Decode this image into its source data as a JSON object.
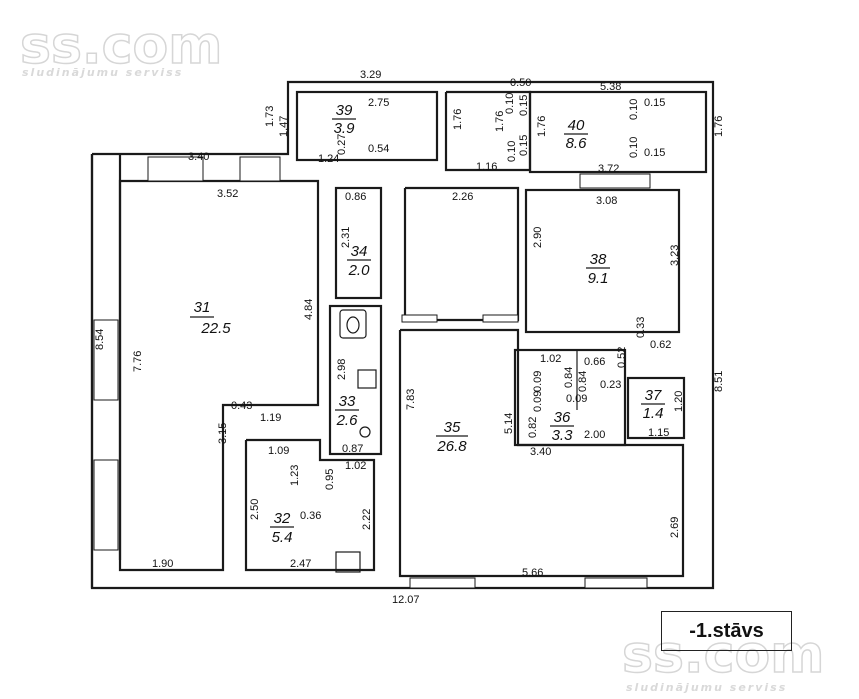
{
  "watermark": {
    "brand": "ss.com",
    "tagline": "sludinājumu serviss"
  },
  "floor_label": "-1.stāvs",
  "rooms": [
    {
      "id": "31",
      "number": "31",
      "area": "22.5"
    },
    {
      "id": "32",
      "number": "32",
      "area": "5.4"
    },
    {
      "id": "33",
      "number": "33",
      "area": "2.6"
    },
    {
      "id": "34",
      "number": "34",
      "area": "2.0"
    },
    {
      "id": "35",
      "number": "35",
      "area": "26.8"
    },
    {
      "id": "36",
      "number": "36",
      "area": "3.3"
    },
    {
      "id": "37",
      "number": "37",
      "area": "1.4"
    },
    {
      "id": "38",
      "number": "38",
      "area": "9.1"
    },
    {
      "id": "39",
      "number": "39",
      "area": "3.9"
    },
    {
      "id": "40",
      "number": "40",
      "area": "8.6"
    }
  ],
  "dimensions": {
    "top_329": "3.29",
    "top_050": "0.50",
    "top_538": "5.38",
    "d173": "1.73",
    "d147": "1.47",
    "d275": "2.75",
    "d124": "1.24",
    "d054": "0.54",
    "d027": "0.27",
    "d176a": "1.76",
    "d176b": "1.76",
    "d176c": "1.76",
    "d176d": "1.76",
    "d010a": "0.10",
    "d015a": "0.15",
    "d010b": "0.10",
    "d015b": "0.15",
    "d010c": "0.10",
    "d015c": "0.15",
    "d010d": "0.10",
    "d015d": "0.15",
    "d116": "1.16",
    "d372": "3.72",
    "d340": "3.40",
    "d352": "3.52",
    "d086": "0.86",
    "d226": "2.26",
    "d308": "3.08",
    "d231": "2.31",
    "d290": "2.90",
    "d323": "3.23",
    "d484": "4.84",
    "d854": "8.54",
    "d776": "7.76",
    "d851": "8.51",
    "d033": "0.33",
    "d062": "0.62",
    "d298": "2.98",
    "d783": "7.83",
    "d043": "0.43",
    "d119": "1.19",
    "d315": "3.15",
    "d087": "0.87",
    "d109": "1.09",
    "d102a": "1.02",
    "d066": "0.66",
    "d052": "0.52",
    "d023": "0.23",
    "d009a": "0.09",
    "d009b": "0.09",
    "d009c": "0.09",
    "d084a": "0.84",
    "d084b": "0.84",
    "d514": "5.14",
    "d082": "0.82",
    "d200": "2.00",
    "d120": "1.20",
    "d115": "1.15",
    "d340b": "3.40",
    "d123": "1.23",
    "d095": "0.95",
    "d102b": "1.02",
    "d250": "2.50",
    "d036": "0.36",
    "d222": "2.22",
    "d190": "1.90",
    "d247": "2.47",
    "d566": "5.66",
    "d269": "2.69",
    "d1207": "12.07"
  }
}
